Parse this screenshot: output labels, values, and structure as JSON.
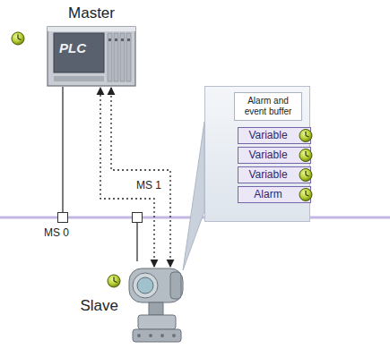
{
  "diagram": {
    "nodes": [
      {
        "text": [
          "Master",
          "PLC"
        ]
      },
      {
        "text": [
          "MS 0"
        ]
      },
      {
        "text": [
          "MS 1"
        ]
      },
      {
        "text": [
          "Slave"
        ]
      },
      {
        "text": [
          "Alarm and event buffer"
        ]
      },
      {
        "text": [
          "Variable"
        ],
        "in": 4
      },
      {
        "text": [
          "Variable"
        ],
        "in": 4
      },
      {
        "text": [
          "Variable"
        ],
        "in": 4
      },
      {
        "text": [
          "Alarm"
        ],
        "in": 4
      }
    ],
    "edges": [
      {
        "from": 0,
        "to": 1,
        "arrow": "none"
      },
      {
        "from": 2,
        "to": 3,
        "arrow": "none"
      },
      {
        "from": 3,
        "to": 0,
        "arrow": "both"
      },
      {
        "from": 3,
        "to": 0,
        "arrow": "both"
      },
      {
        "from": 3,
        "to": 4,
        "arrow": "none"
      }
    ]
  }
}
